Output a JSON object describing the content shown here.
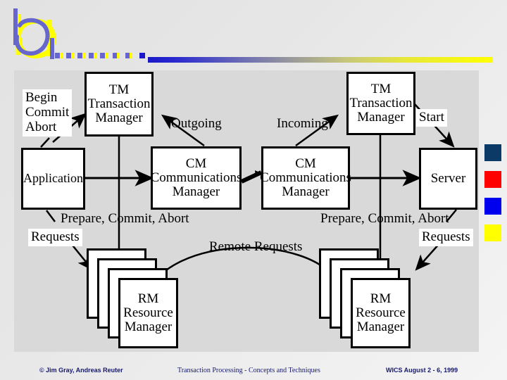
{
  "slide": {
    "background_color": "#e6e6e6",
    "panel_color": "#d9d9d9"
  },
  "logo": {
    "name": "b-swirl-logo",
    "colors": {
      "yellow": "#ffff00",
      "blue": "#6666cc"
    },
    "dot_count": 9
  },
  "title_rule": {
    "gradient_from": "#1a1ac8",
    "gradient_to": "#ffff00"
  },
  "swatches": [
    {
      "name": "swatch-navy",
      "color": "#0b3a66"
    },
    {
      "name": "swatch-red",
      "color": "#fe0000"
    },
    {
      "name": "swatch-blue",
      "color": "#0000ee"
    },
    {
      "name": "swatch-yellow",
      "color": "#ffff00"
    }
  ],
  "diagram": {
    "type": "architecture-block-diagram",
    "nodes": [
      {
        "id": "tm-left",
        "label": "TM\nTransaction\nManager",
        "side": "left"
      },
      {
        "id": "tm-right",
        "label": "TM\nTransaction\nManager",
        "side": "right"
      },
      {
        "id": "app",
        "label": "Application",
        "side": "left"
      },
      {
        "id": "cm-left",
        "label": "CM\nCommunications\nManager",
        "side": "left"
      },
      {
        "id": "cm-right",
        "label": "CM\nCommunications\nManager",
        "side": "right"
      },
      {
        "id": "server",
        "label": "Server",
        "side": "right"
      },
      {
        "id": "rm-left",
        "label": "RM\nResource\nManager",
        "side": "left",
        "stacked": 4
      },
      {
        "id": "rm-right",
        "label": "RM\nResource\nManager",
        "side": "right",
        "stacked": 4
      }
    ],
    "edge_labels": [
      {
        "id": "begin-commit-abort",
        "text": "Begin\nCommit\nAbort"
      },
      {
        "id": "outgoing",
        "text": "Outgoing"
      },
      {
        "id": "incoming",
        "text": "Incoming"
      },
      {
        "id": "start",
        "text": "Start"
      },
      {
        "id": "prepare-left",
        "text": "Prepare, Commit, Abort"
      },
      {
        "id": "prepare-right",
        "text": "Prepare, Commit, Abort"
      },
      {
        "id": "requests-left",
        "text": "Requests"
      },
      {
        "id": "requests-right",
        "text": "Requests"
      },
      {
        "id": "remote-requests",
        "text": "Remote Requests"
      }
    ]
  },
  "footer": {
    "left": "© Jim Gray, Andreas Reuter",
    "center": "Transaction Processing - Concepts and Techniques",
    "right": "WICS August 2 - 6, 1999",
    "color": "#16196e"
  }
}
